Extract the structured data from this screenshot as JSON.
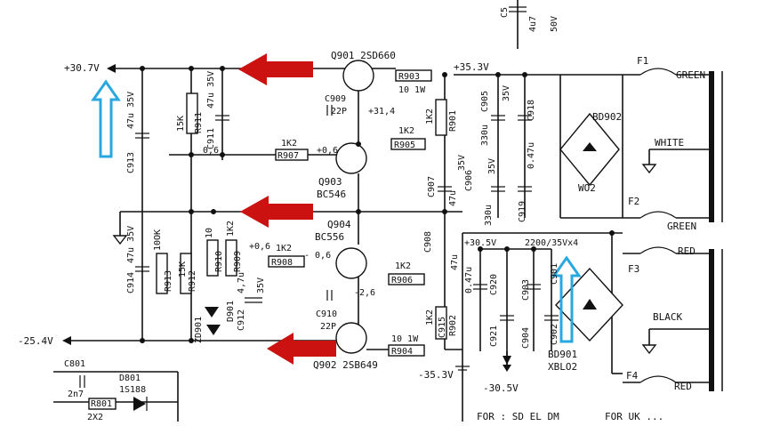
{
  "colors": {
    "ink": "#111111",
    "red_arrow": "#cc1111",
    "blue_arrow": "#29a8e0"
  },
  "rails": {
    "pos_out": "+30.7V",
    "neg_out": "-25.4V",
    "pos_in": "+35.3V",
    "neg_in": "-35.3V",
    "neg_reg": "-30.5V",
    "mid_pos": "+30.5V"
  },
  "transistors": {
    "q901": "Q901 2SD660",
    "q903": [
      "Q903",
      "BC546"
    ],
    "q904": [
      "Q904",
      "BC556"
    ],
    "q902": "Q902 2SB649"
  },
  "resistors": {
    "r903": "R903",
    "r903_val": "10 1W",
    "r904": "R904",
    "r904_val": "10 1W",
    "r905": "R905",
    "r905_val": "1K2",
    "r906": "R906",
    "r906_val": "1K2",
    "r907": "R907",
    "r907_val": "1K2",
    "r908": "R908",
    "r908_val": "1K2",
    "r901": "R901",
    "r901_val": "1K2",
    "r902": "R902",
    "r902_val": "1K2",
    "r911": "R911",
    "r911_val": "15K",
    "r913": "R913",
    "r913_val": "10OK",
    "r912": "R912",
    "r912_val": "15K",
    "r910": "R910",
    "r910_val": "10",
    "r909": "R909",
    "r909_val": "1K2",
    "r801": "R801",
    "r801_val": "2X2"
  },
  "capacitors": {
    "c909": [
      "C909",
      "22P"
    ],
    "c910": [
      "C910",
      "22P"
    ],
    "c913": [
      "C913",
      "47u 35V"
    ],
    "c911": [
      "C911",
      "47u 35V"
    ],
    "c914": [
      "C914",
      "47u 35V"
    ],
    "c912": [
      "C912",
      "4,7u",
      "35V"
    ],
    "c905": [
      "C905",
      "330u",
      "35V"
    ],
    "c906": [
      "C906",
      "330u",
      "35V"
    ],
    "c907": [
      "C907",
      "47u",
      "35V"
    ],
    "c908": [
      "C908",
      "47u"
    ],
    "c918": [
      "C918",
      "0.47u"
    ],
    "c919": [
      "C919"
    ],
    "c915": [
      "C915",
      "0.47u"
    ],
    "c920": "C920",
    "c921": "C921",
    "c903": "C903",
    "c904": "C904",
    "c901": "C901",
    "c902": "C902",
    "c801": [
      "C801",
      "2n7"
    ],
    "bank": "2200/35Vx4",
    "top_cap": [
      "C5",
      "4u7",
      "50V"
    ]
  },
  "nodes": {
    "v314": "+31,4",
    "v06a": "+0,6",
    "v06b": "0,6",
    "v06c": "+0,6",
    "v06d": "- 0,6",
    "v26": "-2,6"
  },
  "diodes": {
    "zd901": "ZD901",
    "d901": "D901",
    "d801": [
      "D801",
      "1S188"
    ]
  },
  "bridges": {
    "bd902": "BD902",
    "wo2": "WO2",
    "bd901": [
      "BD901",
      "XBLO2"
    ]
  },
  "fuses": {
    "f1": "F1",
    "f2": "F2",
    "f3": "F3",
    "f4": "F4"
  },
  "transformer_wires": {
    "green_top": "GREEN",
    "white": "WHITE",
    "green_bottom": "GREEN",
    "red_top": "RED",
    "black": "BLACK",
    "red_bottom": "RED"
  },
  "footer": {
    "left": "FOR : SD EL DM",
    "right": "FOR UK ..."
  }
}
